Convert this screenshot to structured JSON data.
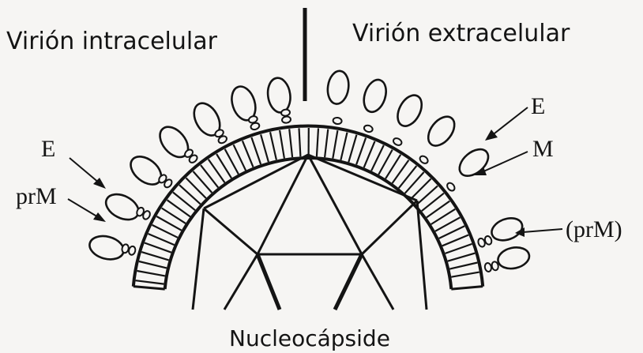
{
  "labels": {
    "intracellular": "Virión intracelular",
    "extracellular": "Virión extracelular",
    "e_left": "E",
    "prm_left": "prM",
    "e_right": "E",
    "m_right": "M",
    "prm_right": "(prM)",
    "nucleocapsid": "Nucleocápside"
  },
  "colors": {
    "ink": "#141414",
    "paper": "#f6f5f3"
  }
}
